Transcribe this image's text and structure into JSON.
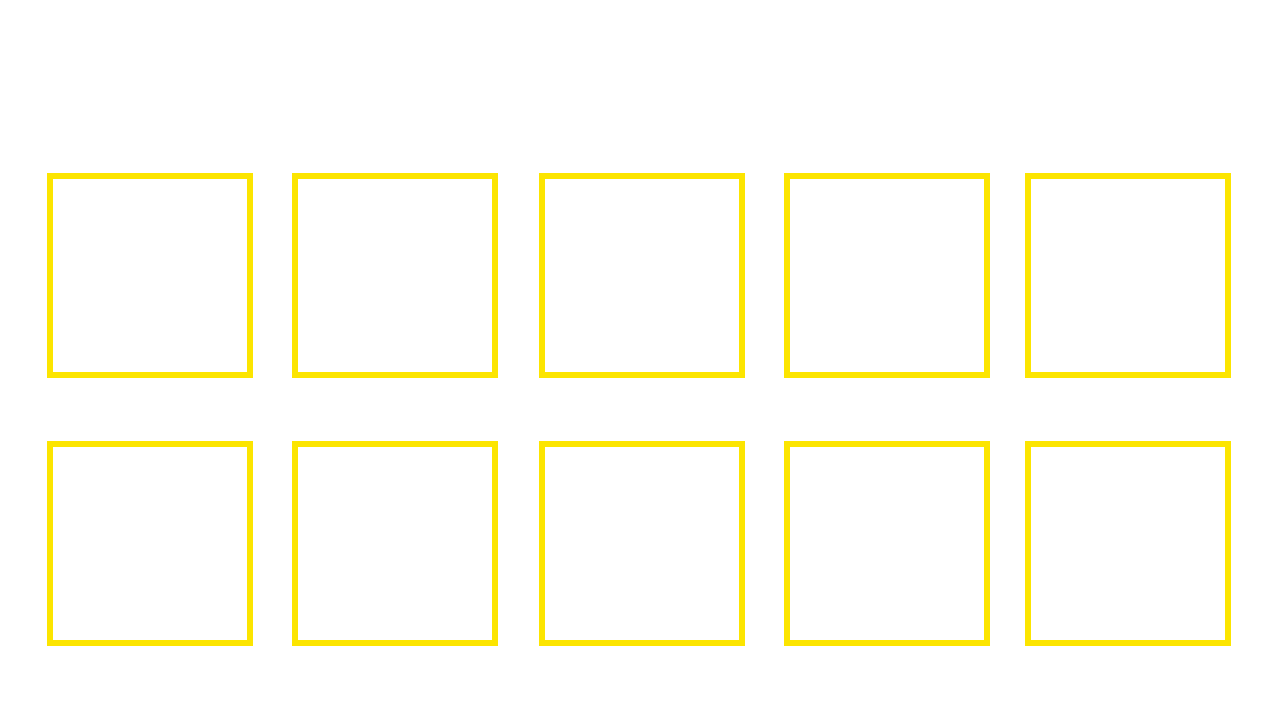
{
  "theme": {
    "background": "#ffffff",
    "tile_border_color": "#fce500",
    "tile_fill_color": "#ffffff"
  },
  "grid": {
    "rows": 2,
    "columns": 5,
    "tiles": [
      {
        "row": 1,
        "col": 1,
        "label": ""
      },
      {
        "row": 1,
        "col": 2,
        "label": ""
      },
      {
        "row": 1,
        "col": 3,
        "label": ""
      },
      {
        "row": 1,
        "col": 4,
        "label": ""
      },
      {
        "row": 1,
        "col": 5,
        "label": ""
      },
      {
        "row": 2,
        "col": 1,
        "label": ""
      },
      {
        "row": 2,
        "col": 2,
        "label": ""
      },
      {
        "row": 2,
        "col": 3,
        "label": ""
      },
      {
        "row": 2,
        "col": 4,
        "label": ""
      },
      {
        "row": 2,
        "col": 5,
        "label": ""
      }
    ]
  }
}
